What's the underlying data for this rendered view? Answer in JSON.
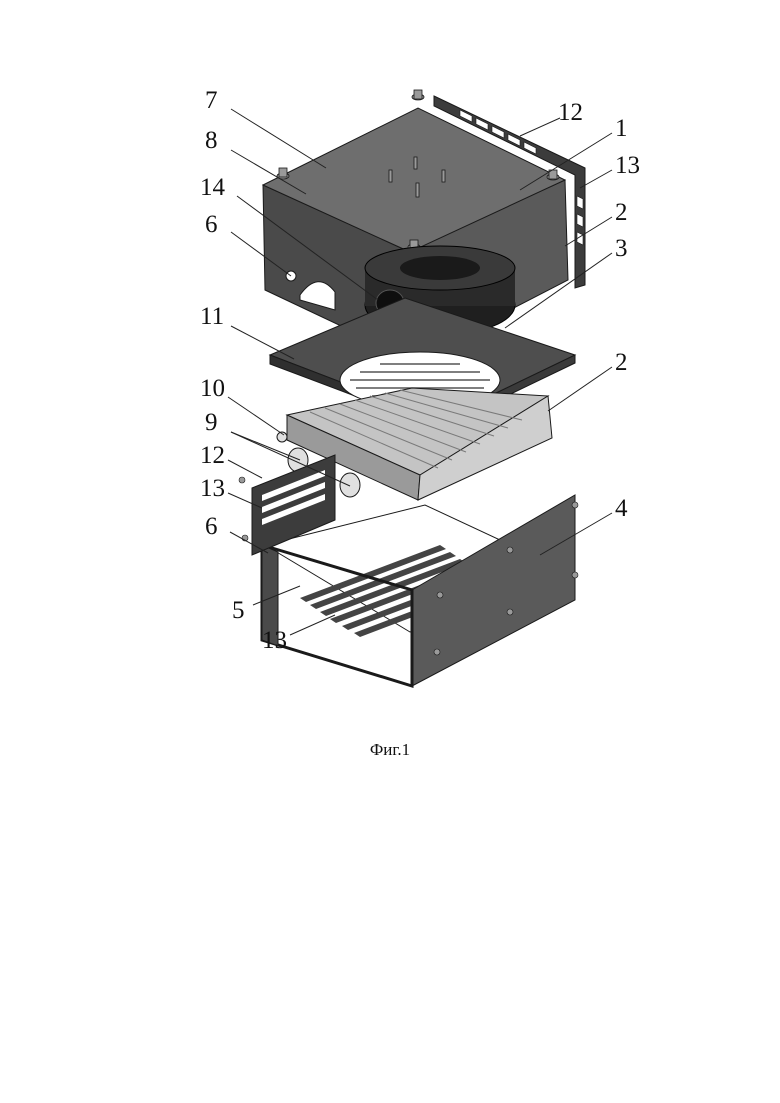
{
  "caption": "Фиг.1",
  "callouts": [
    {
      "id": "c7",
      "text": "7"
    },
    {
      "id": "c8",
      "text": "8"
    },
    {
      "id": "c14",
      "text": "14"
    },
    {
      "id": "c6a",
      "text": "6"
    },
    {
      "id": "c12a",
      "text": "12"
    },
    {
      "id": "c1",
      "text": "1"
    },
    {
      "id": "c13a",
      "text": "13"
    },
    {
      "id": "c2a",
      "text": "2"
    },
    {
      "id": "c3",
      "text": "3"
    },
    {
      "id": "c11",
      "text": "11"
    },
    {
      "id": "c2b",
      "text": "2"
    },
    {
      "id": "c10",
      "text": "10"
    },
    {
      "id": "c9",
      "text": "9"
    },
    {
      "id": "c12b",
      "text": "12"
    },
    {
      "id": "c13b",
      "text": "13"
    },
    {
      "id": "c6b",
      "text": "6"
    },
    {
      "id": "c4",
      "text": "4"
    },
    {
      "id": "c5",
      "text": "5"
    },
    {
      "id": "c13c",
      "text": "13"
    }
  ],
  "colors": {
    "housing_top": "#6e6e6e",
    "housing_side": "#4f4f4f",
    "housing_dark": "#3c3c3c",
    "fan": "#1f1f1f",
    "radiator": "#bdbdbd",
    "radiator_fins": "#8e8e8e",
    "line": "#1a1a1a"
  }
}
